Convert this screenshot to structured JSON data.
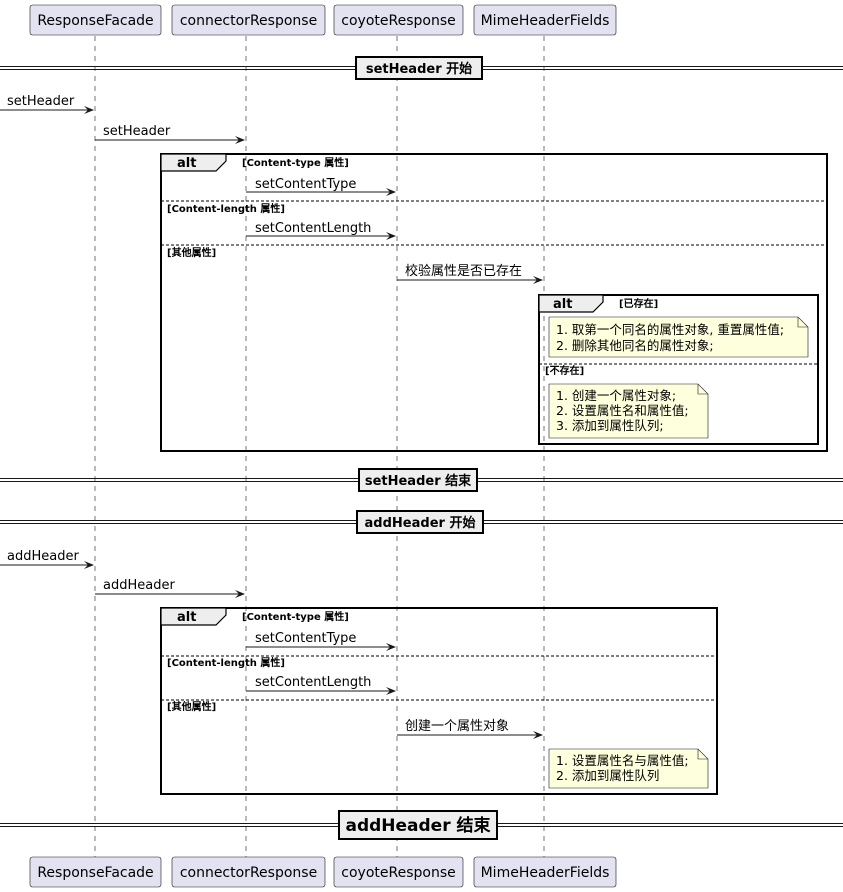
{
  "participants": [
    "ResponseFacade",
    "connectorResponse",
    "coyoteResponse",
    "MimeHeaderFields"
  ],
  "dividers": {
    "set_start": "setHeader 开始",
    "set_end": "setHeader 结束",
    "add_start": "addHeader 开始",
    "add_end": "addHeader 结束"
  },
  "set_section": {
    "entry_msg": "setHeader",
    "forward_msg": "setHeader",
    "alt_keyword": "alt",
    "guard_content_type": "[Content-type 属性]",
    "msg_content_type": "setContentType",
    "guard_content_length": "[Content-length 属性]",
    "msg_content_length": "setContentLength",
    "guard_other": "[其他属性]",
    "msg_check": "校验属性是否已存在",
    "inner_alt_keyword": "alt",
    "guard_exists": "[已存在]",
    "note_exists": [
      "1. 取第一个同名的属性对象, 重置属性值;",
      "2. 删除其他同名的属性对象;"
    ],
    "guard_not_exists": "[不存在]",
    "note_not_exists": [
      "1. 创建一个属性对象;",
      "2. 设置属性名和属性值;",
      "3. 添加到属性队列;"
    ]
  },
  "add_section": {
    "entry_msg": "addHeader",
    "forward_msg": "addHeader",
    "alt_keyword": "alt",
    "guard_content_type": "[Content-type 属性]",
    "msg_content_type": "setContentType",
    "guard_content_length": "[Content-length 属性]",
    "msg_content_length": "setContentLength",
    "guard_other": "[其他属性]",
    "msg_create": "创建一个属性对象",
    "note": [
      "1. 设置属性名与属性值;",
      "2. 添加到属性队列"
    ]
  },
  "colors": {
    "participant_fill": "#E2E2F0",
    "participant_stroke": "#181818",
    "note_fill": "#FEFFDD",
    "divider_fill": "#EEEEEE",
    "lifeline": "#181818"
  }
}
